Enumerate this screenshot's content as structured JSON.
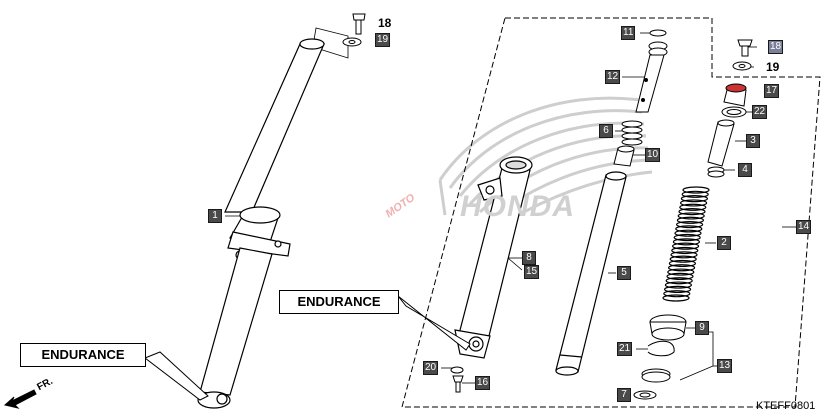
{
  "diagram": {
    "callouts": {
      "left": "ENDURANCE",
      "right": "ENDURANCE"
    },
    "direction_label": "FR.",
    "diagram_code": "KTEFF0801",
    "watermark": {
      "brand": "HONDA",
      "site": "MOTO"
    },
    "part_labels": {
      "p1": "1",
      "p2": "2",
      "p3": "3",
      "p4": "4",
      "p5": "5",
      "p6": "6",
      "p7": "7",
      "p8": "8",
      "p9": "9",
      "p10": "10",
      "p11": "11",
      "p12": "12",
      "p13": "13",
      "p14": "14",
      "p15": "15",
      "p16": "16",
      "p17": "17",
      "p18a": "18",
      "p18b": "18",
      "p19a": "19",
      "p19b": "19",
      "p20": "20",
      "p21": "21",
      "p22": "22"
    }
  }
}
